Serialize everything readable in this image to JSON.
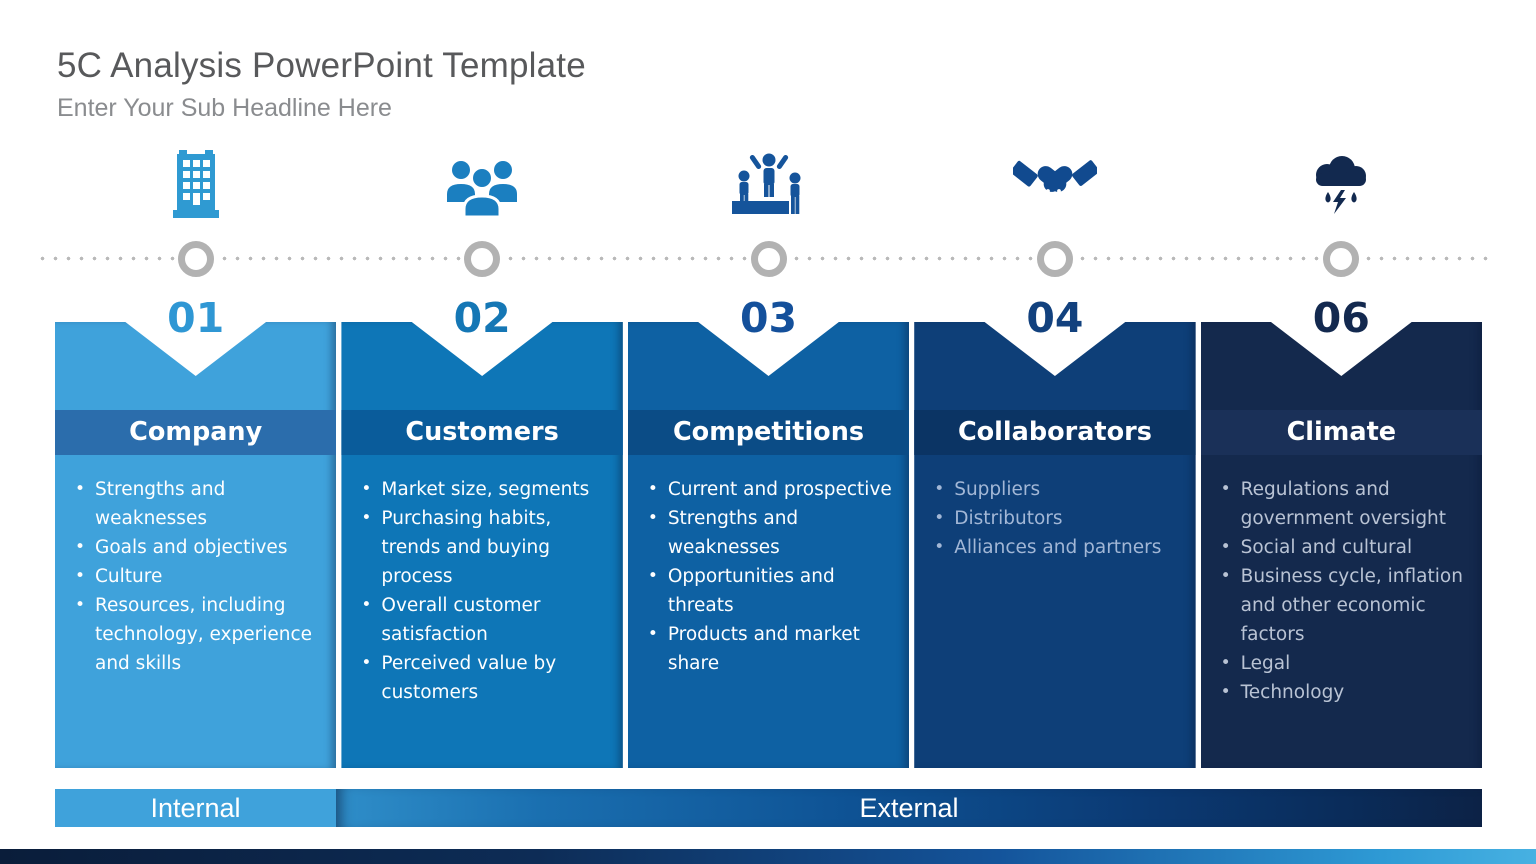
{
  "slide": {
    "title": "5C Analysis PowerPoint Template",
    "subtitle": "Enter Your Sub Headline Here",
    "columns": [
      {
        "number": "01",
        "title": "Company",
        "icon": "building-icon",
        "body_color": "#3fa2db",
        "band_color": "#2b6dac",
        "number_color": "#2f97d4",
        "bullets": [
          "Strengths and weaknesses",
          "Goals and objectives",
          "Culture",
          "Resources, including technology, experience and skills"
        ]
      },
      {
        "number": "02",
        "title": "Customers",
        "icon": "people-group-icon",
        "body_color": "#0e76b7",
        "band_color": "#0a5c9b",
        "number_color": "#1577b5",
        "bullets": [
          "Market size, segments",
          "Purchasing habits, trends and buying process",
          "Overall customer satisfaction",
          "Perceived value by customers"
        ]
      },
      {
        "number": "03",
        "title": "Competitions",
        "icon": "winner-podium-icon",
        "body_color": "#0e61a3",
        "band_color": "#0b4c86",
        "number_color": "#14509b",
        "bullets": [
          "Current and prospective",
          "Strengths and weaknesses",
          "Opportunities and threats",
          "Products and market share"
        ]
      },
      {
        "number": "04",
        "title": "Collaborators",
        "icon": "handshake-icon",
        "body_color": "#0e3f78",
        "band_color": "#0b3464",
        "number_color": "#12417e",
        "bullets": [
          "Suppliers",
          "Distributors",
          "Alliances and partners"
        ]
      },
      {
        "number": "06",
        "title": "Climate",
        "icon": "storm-cloud-icon",
        "body_color": "#14294d",
        "band_color": "#1a3058",
        "number_color": "#13294f",
        "bullets": [
          "Regulations and government oversight",
          "Social and cultural",
          "Business cycle, inflation and other economic factors",
          "Legal",
          "Technology"
        ]
      }
    ],
    "footer": {
      "internal": "Internal",
      "external": "External"
    },
    "accent_colors": {
      "timeline_gray": "#b2b2b2",
      "title_gray": "#58595b",
      "subtitle_gray": "#8a8c8f",
      "footer_stripe_gradient": [
        "#0a1d3a",
        "#2e9ad5",
        "#47b1e2"
      ]
    }
  }
}
